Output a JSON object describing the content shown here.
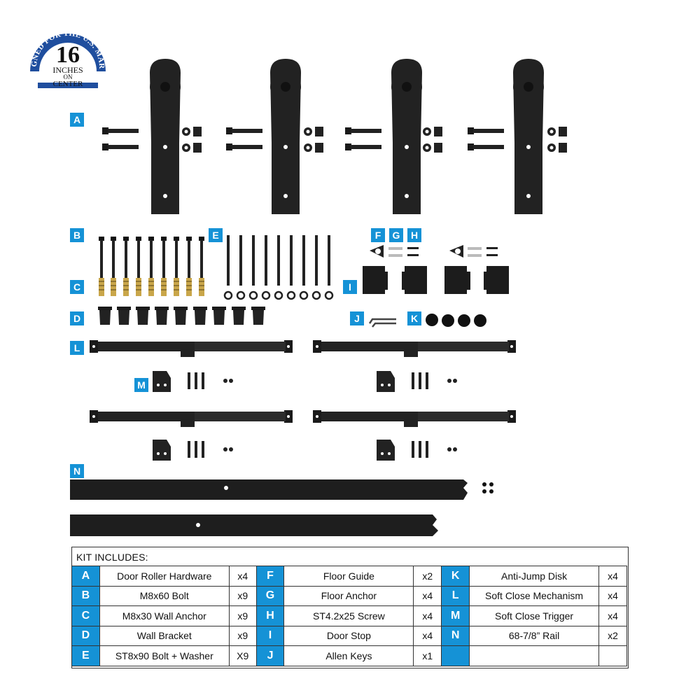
{
  "badge": {
    "arc_text": "DESIGNED FOR THE U.S. MARKET",
    "number": "16",
    "line1": "INCHES",
    "line2": "ON",
    "line3": "CENTER",
    "color": "#1f4e9e"
  },
  "accent_color": "#1592d6",
  "labels": [
    "A",
    "B",
    "C",
    "D",
    "E",
    "F",
    "G",
    "H",
    "I",
    "J",
    "K",
    "L",
    "M",
    "N"
  ],
  "kit": {
    "title": "KIT INCLUDES:",
    "rows": [
      [
        {
          "code": "A",
          "name": "Door Roller Hardware",
          "qty": "x4"
        },
        {
          "code": "F",
          "name": "Floor Guide",
          "qty": "x2"
        },
        {
          "code": "K",
          "name": "Anti-Jump Disk",
          "qty": "x4"
        }
      ],
      [
        {
          "code": "B",
          "name": "M8x60 Bolt",
          "qty": "x9"
        },
        {
          "code": "G",
          "name": "Floor Anchor",
          "qty": "x4"
        },
        {
          "code": "L",
          "name": "Soft Close Mechanism",
          "qty": "x4"
        }
      ],
      [
        {
          "code": "C",
          "name": "M8x30 Wall Anchor",
          "qty": "x9"
        },
        {
          "code": "H",
          "name": "ST4.2x25 Screw",
          "qty": "x4"
        },
        {
          "code": "M",
          "name": "Soft Close Trigger",
          "qty": "x4"
        }
      ],
      [
        {
          "code": "D",
          "name": "Wall Bracket",
          "qty": "x9"
        },
        {
          "code": "I",
          "name": "Door Stop",
          "qty": "x4"
        },
        {
          "code": "N",
          "name": "68-7/8” Rail",
          "qty": "x2"
        }
      ],
      [
        {
          "code": "E",
          "name": "ST8x90 Bolt + Washer",
          "qty": "X9"
        },
        {
          "code": "J",
          "name": "Allen Keys",
          "qty": "x1"
        },
        {
          "code": "",
          "name": "",
          "qty": ""
        }
      ]
    ]
  }
}
